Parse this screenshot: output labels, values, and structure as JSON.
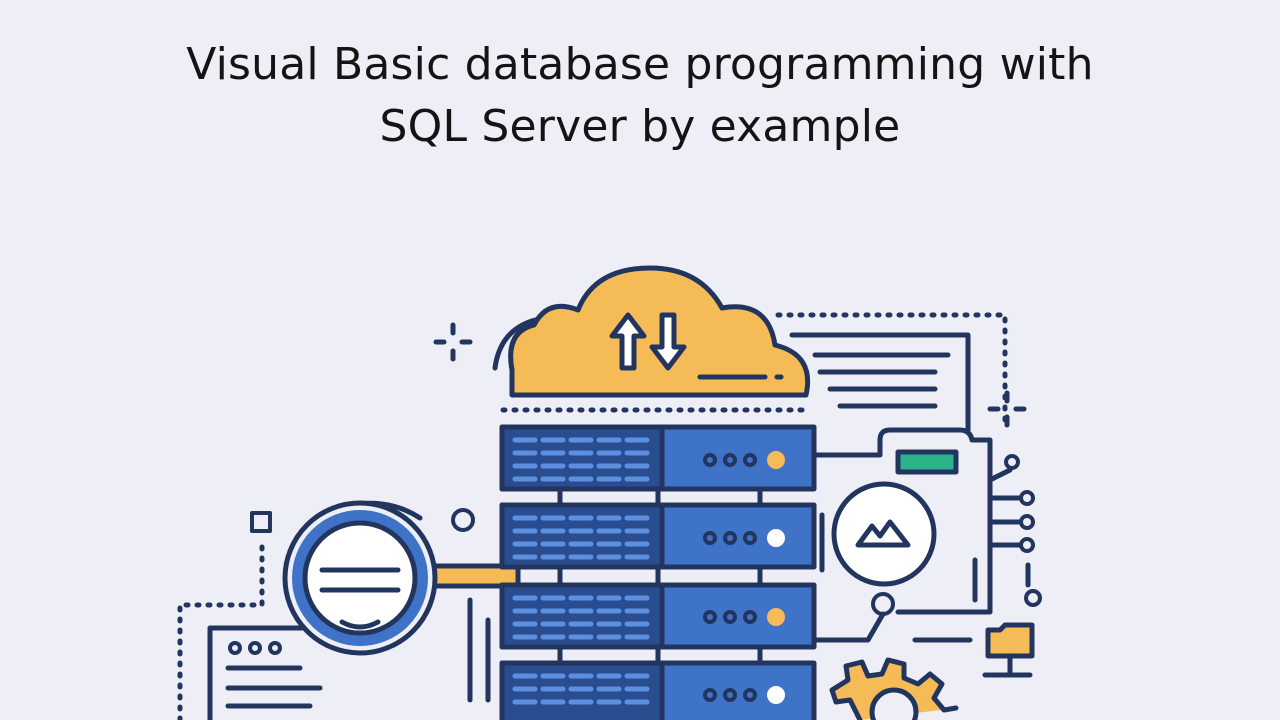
{
  "title": {
    "line1": "Visual Basic database programming with",
    "line2": "SQL Server by example"
  },
  "illustration": {
    "name": "server-cloud-database-illustration",
    "colors": {
      "background": "#eeeef6",
      "outline": "#22355e",
      "server_blue": "#3f73c8",
      "server_dark": "#2a4d8f",
      "cloud_yellow": "#f5bb56",
      "accent_teal": "#2bb389",
      "white": "#ffffff"
    }
  }
}
